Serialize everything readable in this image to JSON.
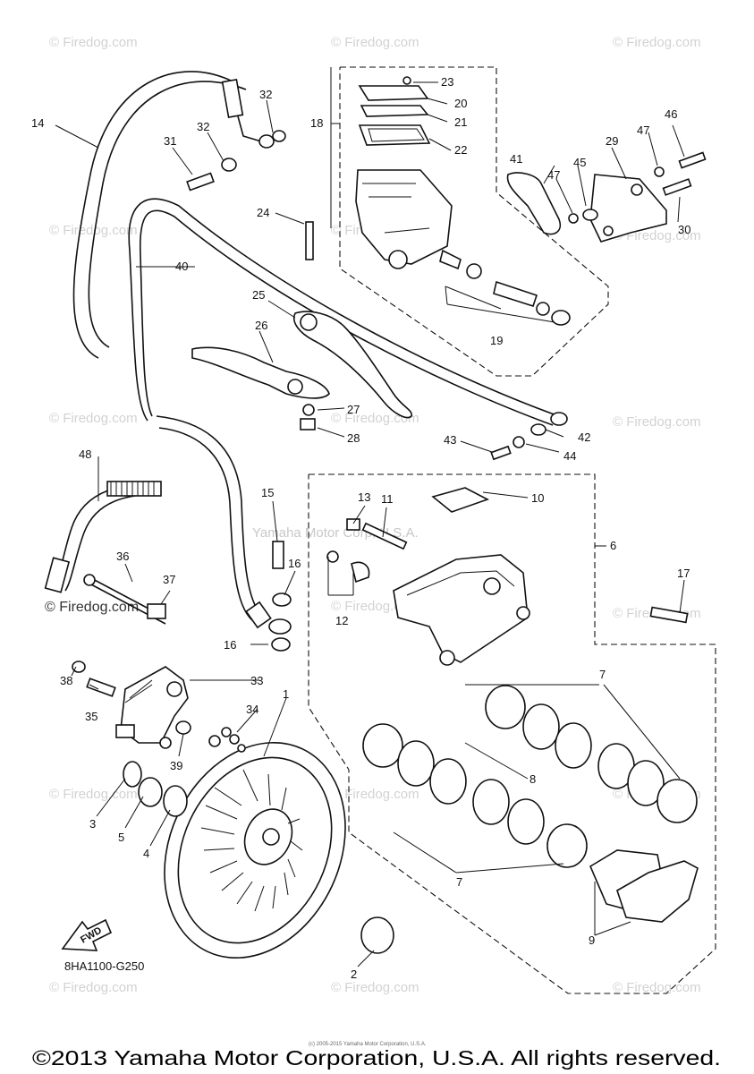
{
  "diagram": {
    "drawing_code": "8HA1100-G250",
    "fwd_label": "FWD",
    "copyright": "©2013 Yamaha Motor Corporation, U.S.A. All rights reserved.",
    "small_copyright": "(c) 2005-2015 Yamaha Motor Corporation, U.S.A.",
    "center_watermark": "Yamaha Motor Corp, U.S.A.",
    "watermark_text": "© Firedog.com",
    "watermark_dark": "© Firedog.com",
    "callouts": [
      "1",
      "2",
      "3",
      "4",
      "5",
      "6",
      "7",
      "7",
      "8",
      "9",
      "10",
      "11",
      "12",
      "13",
      "14",
      "15",
      "16",
      "16",
      "17",
      "18",
      "19",
      "20",
      "21",
      "22",
      "23",
      "24",
      "25",
      "26",
      "27",
      "28",
      "29",
      "30",
      "31",
      "32",
      "32",
      "33",
      "34",
      "35",
      "36",
      "37",
      "38",
      "39",
      "40",
      "41",
      "42",
      "43",
      "44",
      "45",
      "46",
      "47",
      "47",
      "48"
    ]
  }
}
